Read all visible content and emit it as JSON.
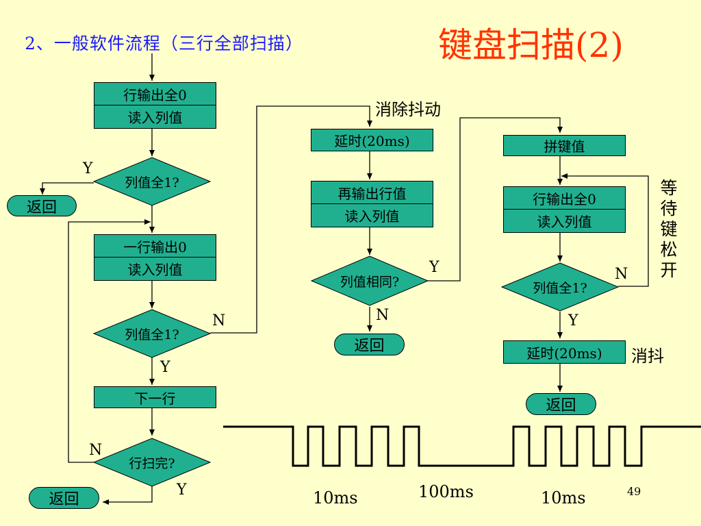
{
  "title": "键盘扫描(2)",
  "subtitle": "2、一般软件流程（三行全部扫描）",
  "flow_left": {
    "box1": [
      "行输出全0",
      "读入列值"
    ],
    "dec1": "列值全1?",
    "dec1_yes": "Y",
    "return1": "返回",
    "box2": [
      "一行输出0",
      "读入列值"
    ],
    "dec2": "列值全1?",
    "dec2_no": "N",
    "dec2_yes": "Y",
    "box3": "下一行",
    "dec3": "行扫完?",
    "dec3_no": "N",
    "dec3_yes": "Y",
    "return3": "返回"
  },
  "flow_middle": {
    "annotation": "消除抖动",
    "delay": "延时(20ms)",
    "box": [
      "再输出行值",
      "读入列值"
    ],
    "dec": "列值相同?",
    "dec_yes": "Y",
    "dec_no": "N",
    "return": "返回"
  },
  "flow_right": {
    "assemble": "拼键值",
    "box": [
      "行输出全0",
      "读入列值"
    ],
    "annotation_wait": "等待键松开",
    "dec": "列值全1?",
    "dec_no": "N",
    "dec_yes": "Y",
    "delay": "延时(20ms)",
    "annotation_debounce": "消抖",
    "return": "返回"
  },
  "waveform": {
    "label_left": "10ms",
    "label_mid": "100ms",
    "label_right": "10ms"
  },
  "page_number": "49",
  "colors": {
    "background": "#ffffcc",
    "node_fill": "#20b090",
    "title": "#ff3300",
    "subtitle": "#1a1aff"
  }
}
